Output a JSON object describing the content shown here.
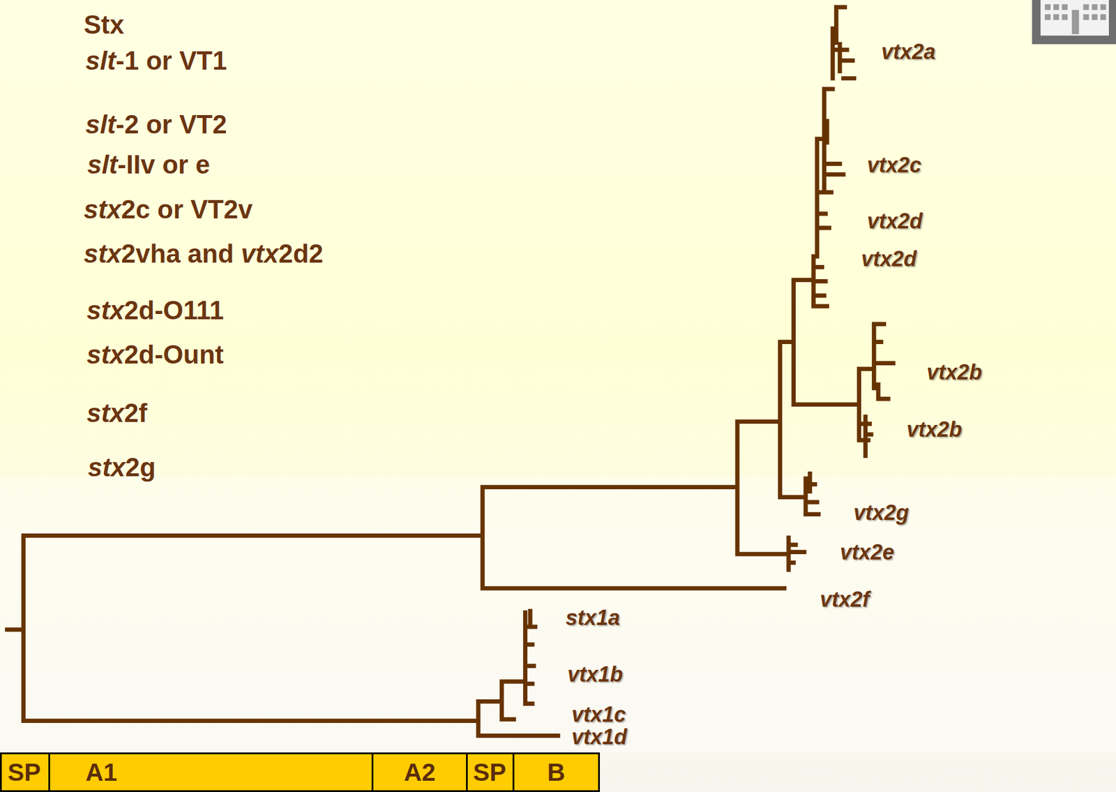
{
  "diagram": {
    "nodes": [
      {
        "text": [
          "SP"
        ]
      },
      {
        "text": [
          "A1"
        ]
      },
      {
        "text": [
          "A2"
        ]
      },
      {
        "text": [
          "SP"
        ]
      },
      {
        "text": [
          "B"
        ]
      }
    ],
    "labels": [
      "Stx",
      "slt-1 or VT1",
      "slt-2 or VT2",
      "slt-IIv or e",
      "stx2c or VT2v",
      "stx2vha and vtx2d2",
      "stx2d-O111",
      "stx2d-Ount",
      "stx2f",
      "stx2g",
      "vtx2a",
      "vtx2c",
      "vtx2d",
      "vtx2d",
      "vtx2b",
      "vtx2b",
      "vtx2g",
      "vtx2e",
      "vtx2f",
      "stx1a",
      "vtx1b",
      "vtx1c",
      "vtx1d"
    ]
  }
}
